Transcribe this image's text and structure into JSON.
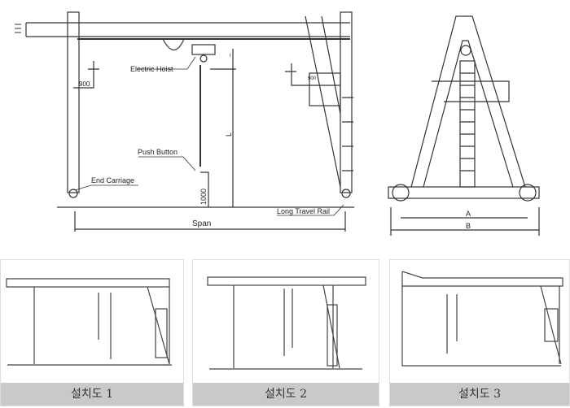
{
  "main_drawing": {
    "labels": {
      "electric_hoist": "Electric Hoist",
      "push_button": "Push Button",
      "end_carriage": "End Carriage",
      "long_travel_rail": "Long Travel Rail",
      "span": "Span",
      "dim_900_left": "900",
      "dim_900_right": "900",
      "dim_1000": "1000",
      "dim_L": "L",
      "dim_I": "I"
    }
  },
  "side_drawing": {
    "labels": {
      "dim_A": "A",
      "dim_B": "B"
    }
  },
  "installations": [
    {
      "caption": "설치도 1"
    },
    {
      "caption": "설치도 2"
    },
    {
      "caption": "설치도 3"
    }
  ]
}
